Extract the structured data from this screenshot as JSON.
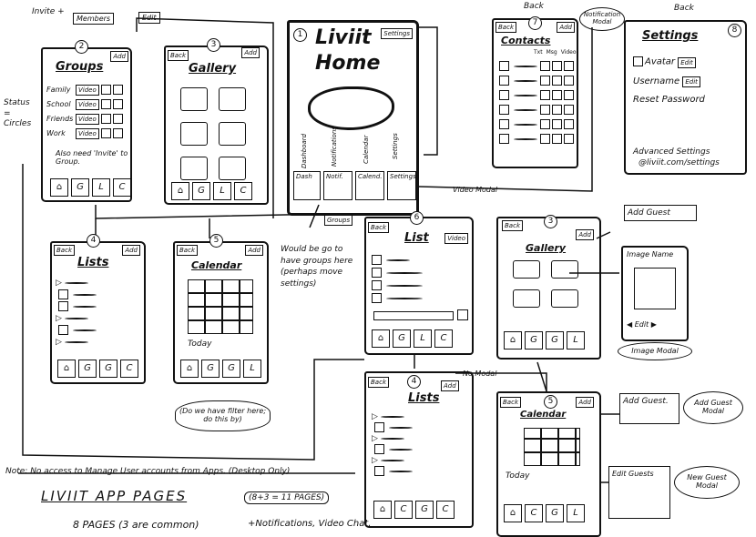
{
  "note": "Note: No access to Manage User accounts from Apps. (Desktop Only)",
  "footer": {
    "main": "LIVIIT APP PAGES",
    "sub": "8 PAGES (3 are common)",
    "count": "(8+3 = 11 PAGES)",
    "extra": "+Notifications, Video Chat."
  },
  "home": {
    "num": "1",
    "title1": "Liviit",
    "title2": "Home",
    "settings_btn": "Settings",
    "labels": [
      "Dashboard",
      "Notifications",
      "Calendar",
      "Settings"
    ],
    "buttons": [
      "Dash",
      "Notif.",
      "Calend.",
      "Settings"
    ],
    "groups_btn": "Groups"
  },
  "groups": {
    "num": "2",
    "title": "Groups",
    "add_btn": "Add",
    "annot_invite": "Invite +",
    "annot_members": "Members",
    "annot_edit": "Edit",
    "status_note": "Status = Circles",
    "rows": [
      {
        "name": "Family",
        "btn": "Video"
      },
      {
        "name": "School",
        "btn": "Video"
      },
      {
        "name": "Friends",
        "btn": "Video"
      },
      {
        "name": "Work",
        "btn": "Video"
      }
    ],
    "note": "Also need 'Invite' to Group.",
    "nav": [
      "G",
      "L",
      "C"
    ]
  },
  "gallery_top": {
    "num": "3",
    "title": "Gallery",
    "add_btn": "Add",
    "back_btn": "Back",
    "nav": [
      "G",
      "L",
      "C"
    ]
  },
  "lists_top": {
    "num": "4",
    "title": "Lists",
    "back_btn": "Back",
    "add_btn": "Add",
    "nav": [
      "G",
      "G",
      "C"
    ]
  },
  "calendar_top": {
    "num": "5",
    "title": "Calendar",
    "back_btn": "Back",
    "add_btn": "Add",
    "today": "Today",
    "nav": [
      "G",
      "G",
      "L"
    ],
    "note": "(Do we have filter here; do this by)"
  },
  "groups_note": "Would be go to have groups here (perhaps move settings)",
  "contacts": {
    "num": "7",
    "title": "Contacts",
    "back_btn": "Back",
    "add_btn": "Add",
    "back_annot": "Back",
    "cols": [
      "Txt",
      "Msg",
      "Video"
    ]
  },
  "notification_modal": "Notification Modal",
  "settings": {
    "num": "8",
    "title": "Settings",
    "back_annot": "Back",
    "items": [
      {
        "label": "Avatar",
        "btn": "Edit"
      },
      {
        "label": "Username",
        "btn": "Edit"
      },
      {
        "label": "Reset Password"
      }
    ],
    "advanced1": "Advanced Settings",
    "advanced2": "@liviit.com/settings"
  },
  "list": {
    "num": "6",
    "title": "List",
    "back_btn": "Back",
    "video_btn": "Video",
    "video_modal": "Video Modal",
    "nav": [
      "G",
      "L",
      "C"
    ]
  },
  "gallery": {
    "num": "3",
    "title": "Gallery",
    "back_btn": "Back",
    "add_btn": "Add",
    "nav": [
      "G",
      "G",
      "L"
    ],
    "add_guest": "Add Guest",
    "image_name": "Image Name",
    "edit": "Edit",
    "image_modal": "Image Modal"
  },
  "lists": {
    "num": "4",
    "title": "Lists",
    "back_btn": "Back",
    "add_btn": "Add",
    "no_modal": "No Modal",
    "nav": [
      "C",
      "G",
      "C"
    ]
  },
  "calendar": {
    "num": "5",
    "title": "Calendar",
    "back_btn": "Back",
    "add_btn": "Add",
    "today": "Today",
    "nav": [
      "C",
      "G",
      "L"
    ],
    "add_guest": "Add Guest.",
    "add_guest_modal": "Add Guest Modal",
    "edit_guests": "Edit Guests",
    "new_guest_modal": "New Guest Modal"
  }
}
